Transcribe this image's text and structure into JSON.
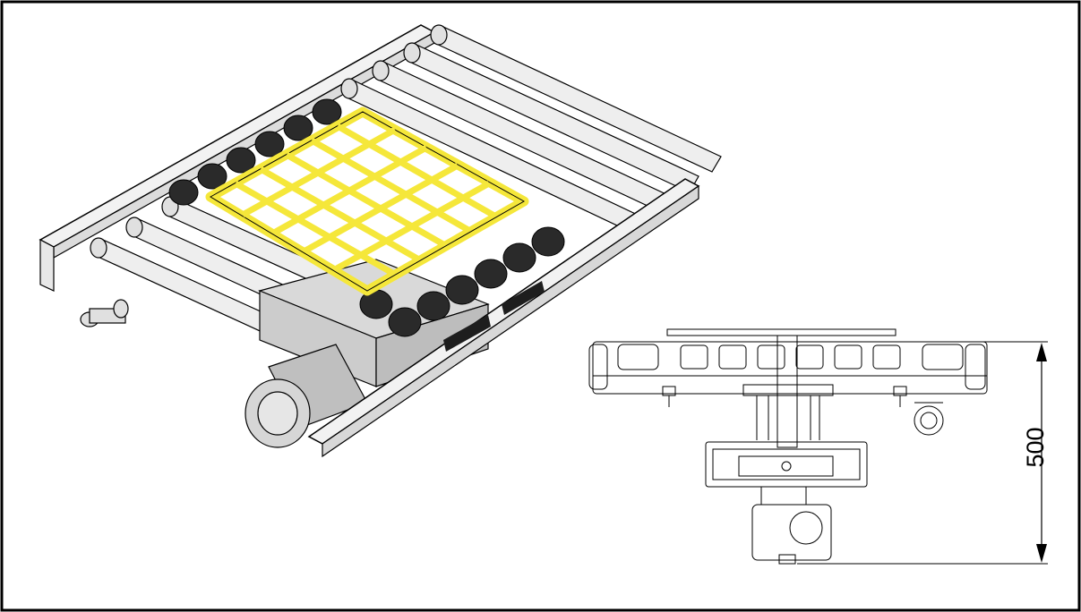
{
  "drawing": {
    "dimension_value": "500",
    "colors": {
      "background": "#ffffff",
      "line": "#000000",
      "frame": "#c8c8c8",
      "roller_light": "#e6e6e6",
      "roller_dark": "#2a2a2a",
      "grid_yellow": "#f5e73a",
      "motor": "#cfcfcf"
    },
    "views": [
      "isometric-view",
      "front-view"
    ]
  }
}
